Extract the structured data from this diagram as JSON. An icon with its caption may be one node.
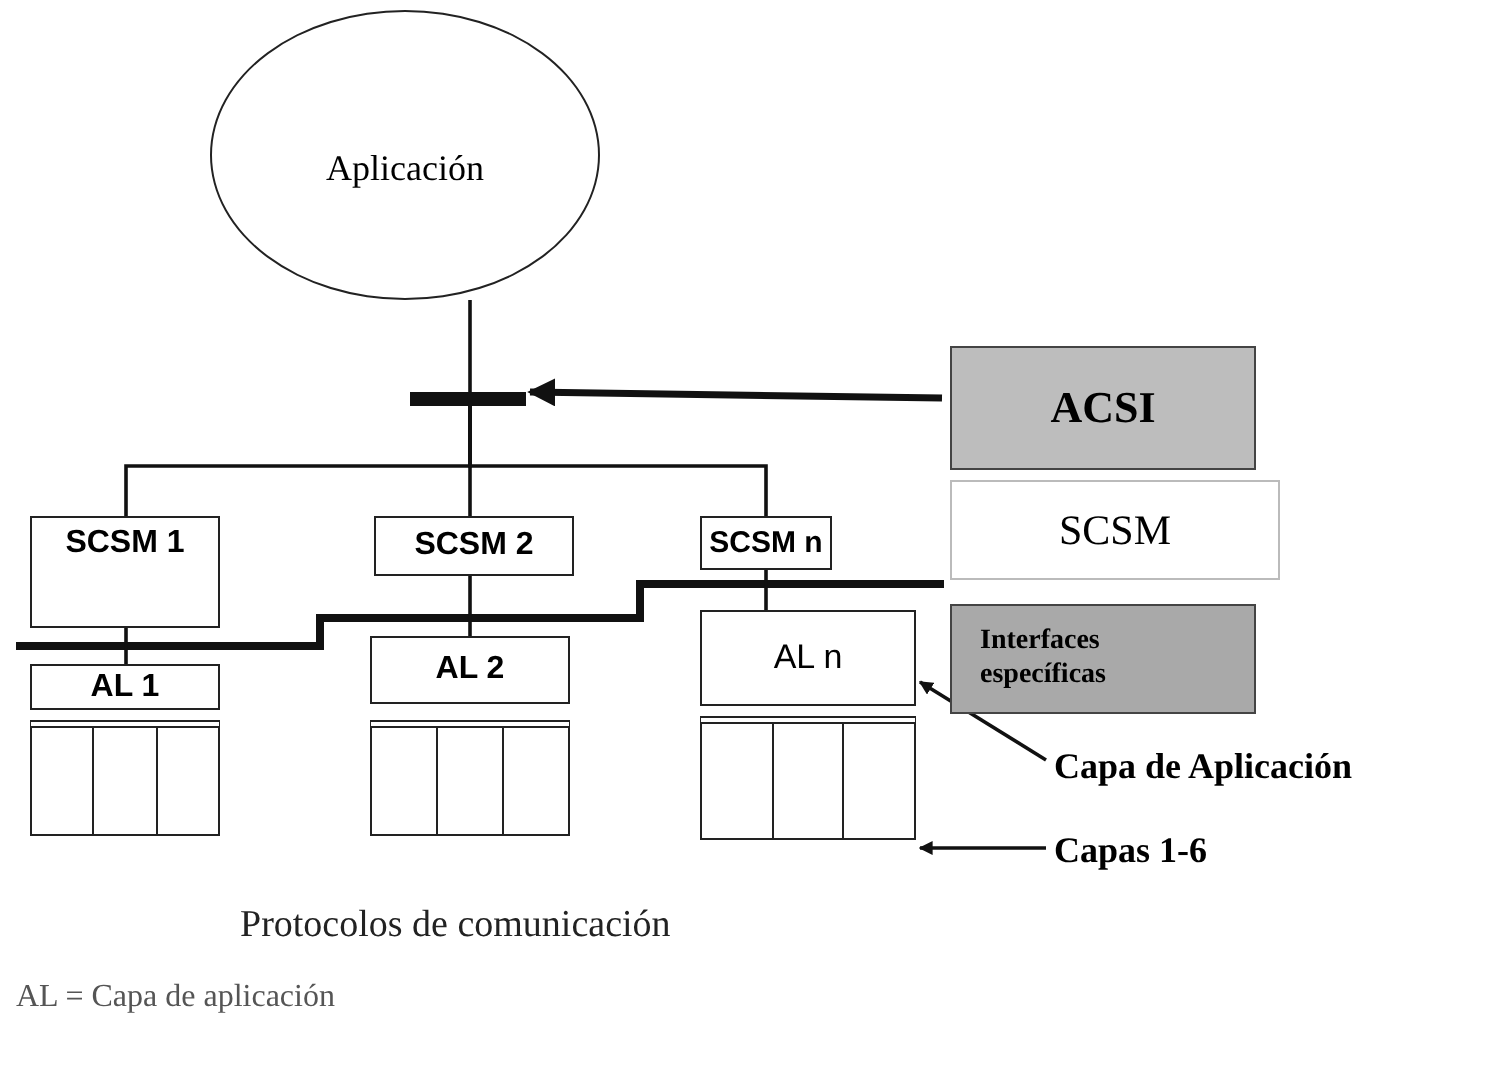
{
  "diagram": {
    "nodes": [
      {
        "text": [
          "Aplicación"
        ]
      },
      {
        "text": [],
        "shape": "bar"
      },
      {
        "text": [
          "ACSI"
        ]
      },
      {
        "text": [
          "SCSM 1"
        ]
      },
      {
        "text": [
          "SCSM 2"
        ]
      },
      {
        "text": [
          "SCSM n"
        ]
      },
      {
        "text": [
          "SCSM"
        ]
      },
      {
        "text": [
          "Interfaces específicas"
        ]
      },
      {
        "text": [
          "AL 1"
        ]
      },
      {
        "text": [
          "AL 2"
        ]
      },
      {
        "text": [
          "AL n"
        ]
      },
      {
        "text": [],
        "shape": "box"
      },
      {
        "text": [],
        "shape": "box"
      },
      {
        "text": [],
        "shape": "box"
      },
      {
        "text": [
          "Capa de Aplicación"
        ]
      },
      {
        "text": [
          "Capas 1-6"
        ]
      }
    ],
    "edges": [
      {
        "from": 0,
        "to": 1,
        "arrow": "none"
      },
      {
        "from": 1,
        "to": 3,
        "arrow": "none"
      },
      {
        "from": 1,
        "to": 4,
        "arrow": "none"
      },
      {
        "from": 1,
        "to": 5,
        "arrow": "none"
      },
      {
        "from": 2,
        "to": 1,
        "arrow": "to",
        "style": "thick"
      },
      {
        "from": 3,
        "to": 8,
        "arrow": "none"
      },
      {
        "from": 4,
        "to": 9,
        "arrow": "none"
      },
      {
        "from": 5,
        "to": 10,
        "arrow": "none"
      },
      {
        "from": 14,
        "to": 10,
        "arrow": "to"
      },
      {
        "from": 15,
        "to": 13,
        "arrow": "to"
      }
    ],
    "labels": [
      "Protocolos de comunicación",
      "AL = Capa de aplicación"
    ]
  }
}
